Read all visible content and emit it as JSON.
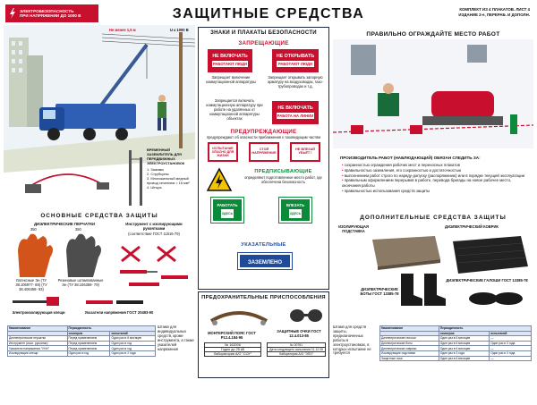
{
  "banner": {
    "text_line1": "ЭЛЕКТРОБЕЗОПАСНОСТЬ",
    "text_line2": "ПРИ НАПРЯЖЕНИИ ДО 1000 В"
  },
  "title": "ЗАЩИТНЫЕ СРЕДСТВА",
  "kit": {
    "line1": "КОМПЛЕКТ ИЗ 4 ПЛАКАТОВ. ЛИСТ 4",
    "line2": "ИЗДАНИЕ 2-е, ПЕРЕРАБ. И ДОПОЛН."
  },
  "scene": {
    "dist_label": "Не менее 1,5 м",
    "voltage_label": "U ≤ 1000 В"
  },
  "grounding": {
    "title": "ВРЕМЕННЫЙ ЗАЗЕМЛИТЕЛЬ ДЛЯ ПЕРЕДВИЖНЫХ ЭЛЕКТРОУСТАНОВОК",
    "items": [
      "1. Зажимы",
      "2. Струбцины",
      "3. Многожильный медный провод сечением > 16 мм²",
      "4. Штырь"
    ]
  },
  "signs": {
    "header": "ЗНАКИ И ПЛАКАТЫ БЕЗОПАСНОСТИ",
    "forbid_title": "ЗАПРЕЩАЮЩИЕ",
    "forbid": [
      {
        "top": "НЕ ВКЛЮЧАТЬ",
        "bot": "РАБОТАЮТ ЛЮДИ",
        "cap": "Запрещает включение коммутационной аппаратуры"
      },
      {
        "top": "НЕ ОТКРЫВАТЬ",
        "bot": "РАБОТАЮТ ЛЮДИ",
        "cap": "Запрещает открывать запорную арматуру на воздуховодах, газо-трубопроводах и т.д."
      },
      {
        "top": "НЕ ВКЛЮЧАТЬ",
        "bot": "РАБОТА НА ЛИНИИ",
        "cap": ""
      }
    ],
    "forbid_cap3": "Запрещается включать коммутационную аппаратуру при работе на удалённых от коммутационной аппаратуры объектах",
    "warn_title": "ПРЕДУПРЕЖДАЮЩИЕ",
    "warn_sub": "предупреждают об опасности приближения к токоведущим частям",
    "warn": [
      "ИСПЫТАНИЕ ОПАСНО ДЛЯ ЖИЗНИ",
      "СТОЙ НАПРЯЖЕНИЕ",
      "НЕ ВЛЕЗАЙ УБЬЁТ !"
    ],
    "presc_title": "ПРЕДПИСЫВАЮЩИЕ",
    "presc_sub": "определяют подготовленное место работ, где обеспечена безопасность",
    "presc": [
      {
        "top": "РАБОТАТЬ",
        "bot": "ЗДЕСЬ"
      },
      {
        "top": "ВЛЕЗАТЬ",
        "bot": "ЗДЕСЬ"
      }
    ],
    "ind_title": "УКАЗАТЕЛЬНЫЕ",
    "ind_sign": "ЗАЗЕМЛЕНО"
  },
  "fence": {
    "header": "ПРАВИЛЬНО ОГРАЖДАЙТЕ МЕСТО РАБОТ",
    "duties_title": "ПРОИЗВОДИТЕЛЬ РАБОТ (НАБЛЮДАЮЩИЙ) ОБЯЗАН СЛЕДИТЬ ЗА:",
    "duties": [
      "сохранностью ограждения рабочих мест и переносных плакатов",
      "правильностью заземления, его сохранностью и достаточностью",
      "выполнением работ строго по наряду-допуску (распоряжению) или в порядке текущей эксплуатации",
      "правильным оформлением перерывов в работе, перевода бригады на новое рабочее место, окончания работы",
      "правильностью использования средств защиты"
    ]
  },
  "main_prot": {
    "header": "ОСНОВНЫЕ СРЕДСТВА ЗАЩИТЫ",
    "gloves_title": "ДИЭЛЕКТРИЧЕСКИЕ ПЕРЧАТКИ",
    "glove_w": "350",
    "gloves": [
      "Латексные Эн (ТУ 38.106977- 88) (ТУ 38.406458- 93)",
      "Резиновые штампованные Эн (ТУ 38.106359- 79)"
    ],
    "tools_title": "Инструмент с изолирующими рукоятками",
    "tools_std": "(соответствие ГОСТ 11516-79)",
    "tongs": "Электроизолирующая клещи",
    "indicator": "Указатели напряжения ГОСТ 20493-90"
  },
  "extra_prot": {
    "header": "ДОПОЛНИТЕЛЬНЫЕ СРЕДСТВА ЗАЩИТЫ",
    "stand": "ИЗОЛИРУЮЩАЯ ПОДСТАВКА",
    "mat": "ДИЭЛЕКТРИЧЕСКИЙ КОВРИК",
    "galoshes": "ДИЭЛЕКТРИЧЕСКИЕ ГАЛОШИ ГОСТ 13385-78",
    "boots": "ДИЭЛЕКТРИЧЕСКИЕ БОТЫ ГОСТ 13385-78"
  },
  "precaution": {
    "header": "ПРЕДОХРАНИТЕЛЬНЫЕ ПРИСПОСОБЛЕНИЯ",
    "belt": "МОНТЕРСКИЙ ПОЯС ГОСТ Р12.4.184-95",
    "goggles": "ЗАЩИТНЫЕ ОЧКИ ГОСТ 12.4.013-85",
    "tag1": {
      "no": "№ 162006",
      "line": "Годен до 25 кВ",
      "lab": "Лаборатория А/О \"СОУ\""
    },
    "tag2": {
      "no": "№ 00761",
      "line": "Дата следующего испытания 01.12.08",
      "lab": "Лаборатория А/О \"ЭПО\""
    }
  },
  "note_left": "Штамп для индивидуальных средств, кроме инструмента, а также указателей напряжения",
  "note_right": "Штамп для средств защиты, предназначенных работы в электроустановках, в которых испытание не требуется",
  "table_left": {
    "head": [
      "Наименование",
      "Периодичность",
      ""
    ],
    "sub": [
      "",
      "осмотров",
      "испытаний"
    ],
    "rows": [
      [
        "Диэлектрические перчатки",
        "Перед применением",
        "Один раз в 6 месяцев"
      ],
      [
        "Инструмент (изол. рукоятки)",
        "Перед применением",
        "Один раз в год"
      ],
      [
        "Указатели напряжения \"УНН\"",
        "Перед применением",
        "Один раз в год"
      ],
      [
        "Изолирующие клещи",
        "Один раз в год",
        "Один раз в 2 года"
      ]
    ]
  },
  "table_right": {
    "head": [
      "Наименование",
      "Периодичность",
      ""
    ],
    "sub": [
      "",
      "осмотров",
      "испытаний"
    ],
    "rows": [
      [
        "Диэлектрические галоши",
        "Один раз в 6 месяцев",
        "—"
      ],
      [
        "Диэлектрические боты",
        "Один раз в 6 месяцев",
        "Один раз в 3 года"
      ],
      [
        "Диэлектрические коврики",
        "Один раз в 6 месяцев",
        "—"
      ],
      [
        "Изолирующие подставки",
        "Один раз в 3 года",
        "Один раз в 3 года"
      ],
      [
        "Защитные очки",
        "Один раз в 6 месяцев",
        "—"
      ]
    ]
  },
  "colors": {
    "red": "#c8102e",
    "navy": "#1f2a44",
    "green": "#0b8a3a",
    "yellow": "#f4c400"
  }
}
